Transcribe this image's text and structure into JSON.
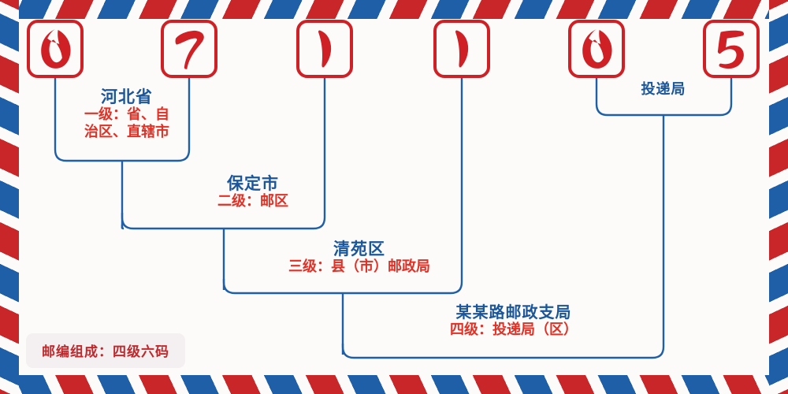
{
  "theme": {
    "paper": "#fcfbf9",
    "stripe_red": "#c9262a",
    "stripe_blue": "#1f5fa8",
    "digit_red": "#cf2026",
    "title_blue": "#1a5699",
    "sub_red": "#e03127",
    "badge_bg": "#f4eff1",
    "badge_text": "#c0282c",
    "wire_blue": "#1f5fa8"
  },
  "postcode": {
    "value": "071105",
    "digits": [
      "0",
      "7",
      "1",
      "1",
      "0",
      "5"
    ]
  },
  "levels": [
    {
      "id": "level-1",
      "title": "河北省",
      "sub": "一级：省、自\n治区、直辖市"
    },
    {
      "id": "level-2",
      "title": "保定市",
      "sub": "二级：邮区"
    },
    {
      "id": "level-3",
      "title": "清苑区",
      "sub": "三级：县（市）邮政局"
    },
    {
      "id": "level-4",
      "title": "某某路邮政支局",
      "sub": "四级：投递局（区）"
    },
    {
      "id": "delivery-office",
      "title": "投递局",
      "sub": ""
    }
  ],
  "level1_sub_line1": "一级：省、自",
  "level1_sub_line2": "治区、直辖市",
  "footer": {
    "badge": "邮编组成：四级六码"
  },
  "icons": {
    "digit_0": "brush-digit-zero",
    "digit_7": "brush-digit-seven",
    "digit_1": "brush-digit-one",
    "digit_5": "brush-digit-five",
    "bracket": "bracket-connector"
  }
}
